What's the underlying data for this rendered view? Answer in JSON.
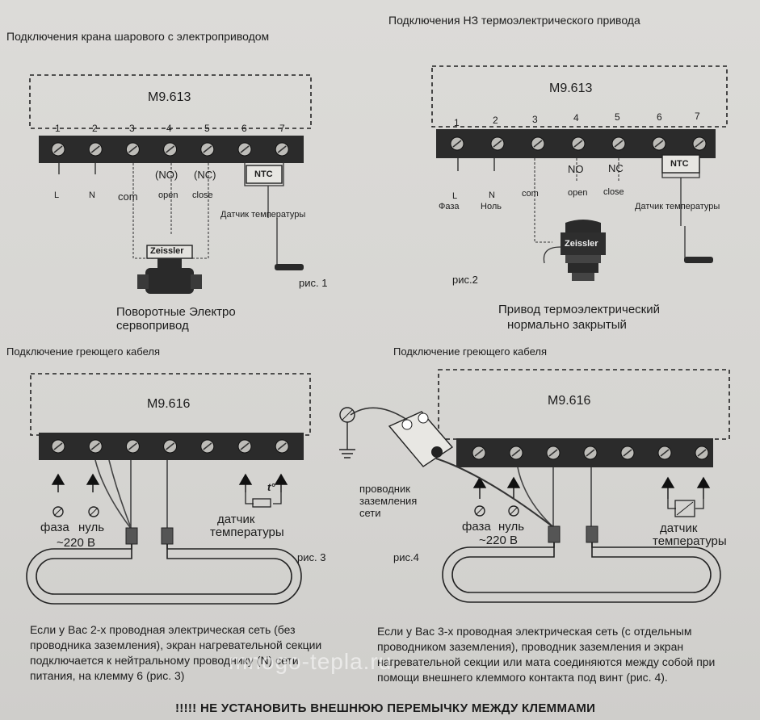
{
  "section1": {
    "title": "Подключения крана шарового с электроприводом",
    "model": "M9.613",
    "terminals": [
      "1",
      "2",
      "3",
      "4",
      "5",
      "6",
      "7"
    ],
    "sym_L": "L",
    "sym_N": "N",
    "com": "com",
    "no": "(NO)",
    "nc": "(NC)",
    "open": "open",
    "close": "close",
    "ntc": "NTC",
    "sensor": "Датчик температуры",
    "brand": "Zeissler",
    "fig": "рис. 1",
    "caption": [
      "Поворотные Электро",
      "сервопривод"
    ]
  },
  "section2": {
    "title": "Подключения НЗ термоэлектрического привода",
    "model": "M9.613",
    "terminals": [
      "1",
      "2",
      "3",
      "4",
      "5",
      "6",
      "7"
    ],
    "sym_L": "L",
    "sym_N": "N",
    "faza": "Фаза",
    "nol": "Ноль",
    "com": "com",
    "no": "NO",
    "nc": "NC",
    "open": "open",
    "close": "close",
    "ntc": "NTC",
    "sensor": "Датчик температуры",
    "brand": "Zeissler",
    "fig": "рис.2",
    "caption": [
      "Привод термоэлектрический",
      "нормально закрытый"
    ]
  },
  "section3": {
    "title": "Подключение греющего кабеля",
    "model": "M9.616",
    "faza": "фаза",
    "nul": "нуль",
    "voltage": "~220 В",
    "sensor": [
      "датчик",
      "температуры"
    ],
    "t_symbol": "t°",
    "fig": "рис. 3",
    "text": "Если у Вас 2-х проводная электрическая сеть (без проводника заземления), экран нагревательной секции подключается к нейтральному проводнику (N) сети питания, на клемму 6 (рис. 3)"
  },
  "section4": {
    "title": "Подключение греющего кабеля",
    "model": "M9.616",
    "ground": [
      "проводник",
      "заземления",
      "сети"
    ],
    "faza": "фаза",
    "nul": "нуль",
    "voltage": "~220 В",
    "sensor": [
      "датчик",
      "температуры"
    ],
    "fig": "рис.4",
    "text": "Если у Вас 3-х проводная электрическая сеть (с отдельным проводником заземления), проводник заземления и экран нагревательной секции или мата соединяются между собой при помощи внешнего клеммого контакта под винт  (рис. 4)."
  },
  "warning": "!!!!! НЕ УСТАНОВИТЬ ВНЕШНЮЮ ПЕРЕМЫЧКУ МЕЖДУ КЛЕММАМИ",
  "watermark": "mnogo-tepla.ru",
  "colors": {
    "ink": "#1c1c1c",
    "paper": "#d9d8d5",
    "terminal": "#2a2a2a",
    "screw": "#b9b9b6"
  }
}
